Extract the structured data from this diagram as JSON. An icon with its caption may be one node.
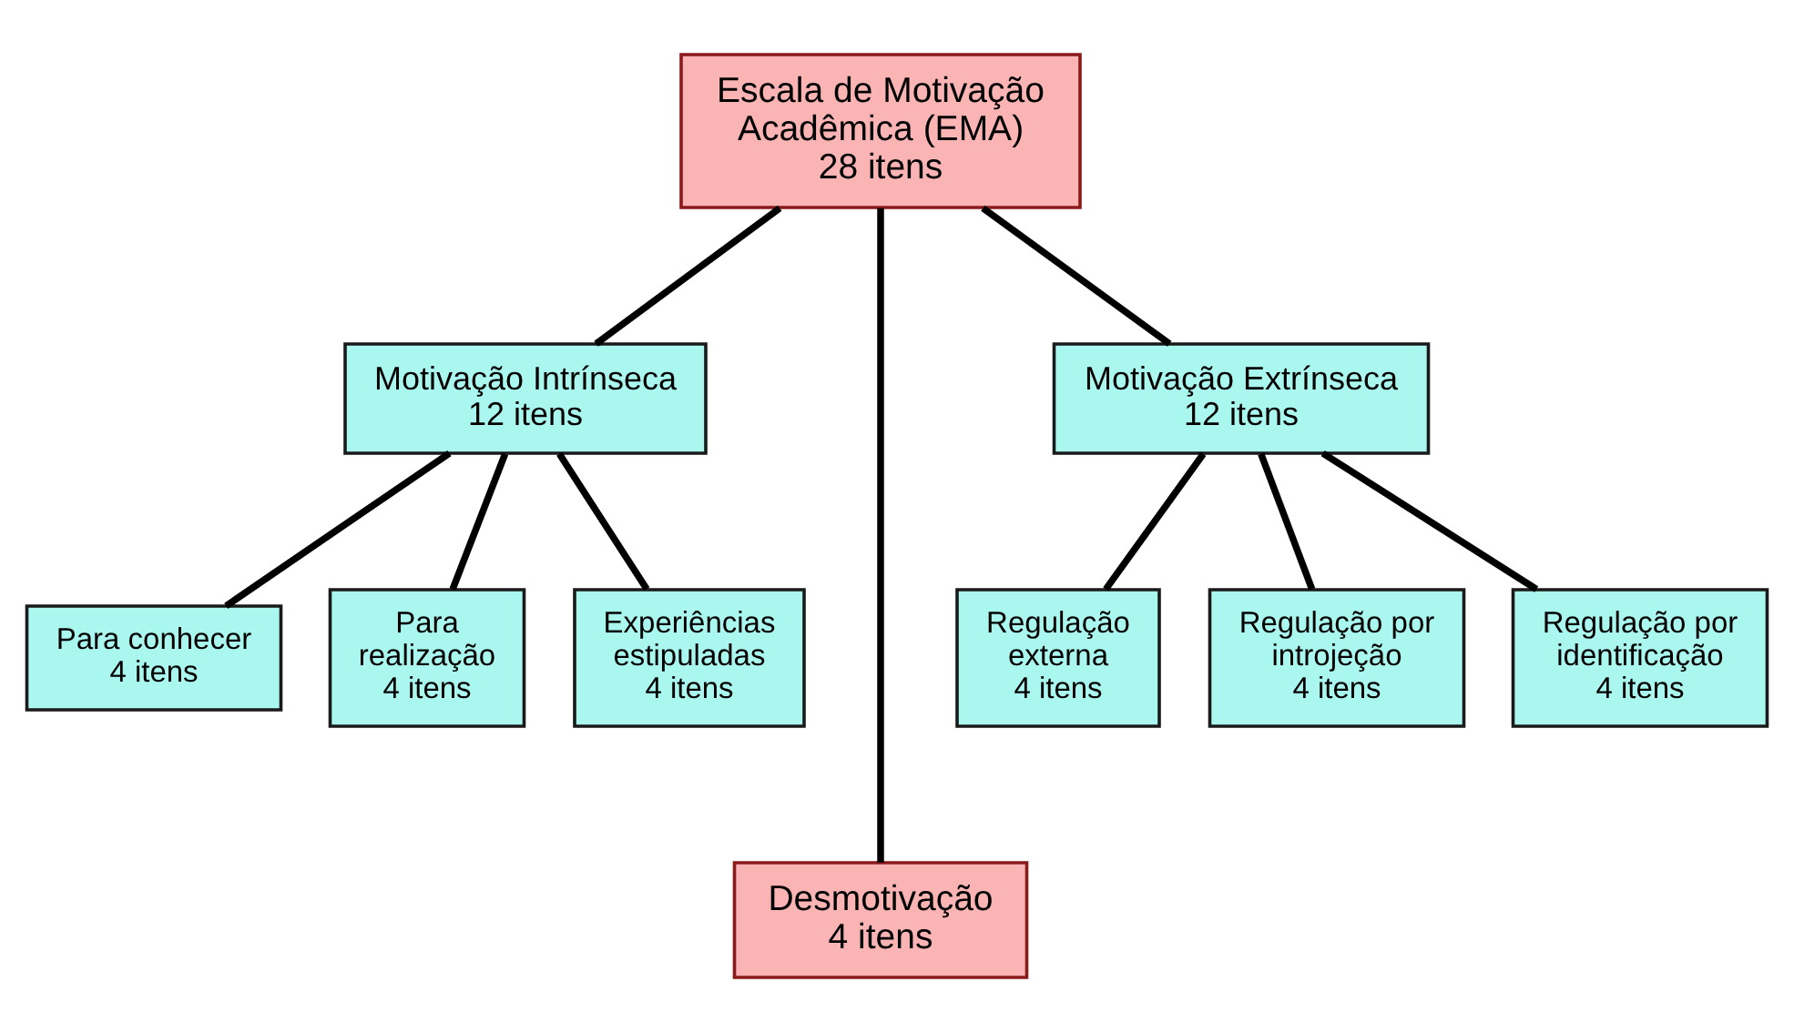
{
  "diagram": {
    "nodes": [
      {
        "text": [
          "Escala de Motivação Acadêmica (EMA)",
          "28 itens"
        ]
      },
      {
        "text": [
          "Motivação Intrínseca",
          "12 itens"
        ]
      },
      {
        "text": [
          "Motivação Extrínseca",
          "12 itens"
        ]
      },
      {
        "text": [
          "Para conhecer",
          "4 itens"
        ]
      },
      {
        "text": [
          "Para realização",
          "4 itens"
        ]
      },
      {
        "text": [
          "Experiências estipuladas",
          "4 itens"
        ]
      },
      {
        "text": [
          "Regulação externa",
          "4 itens"
        ]
      },
      {
        "text": [
          "Regulação por introjeção",
          "4 itens"
        ]
      },
      {
        "text": [
          "Regulação por identificação",
          "4 itens"
        ]
      },
      {
        "text": [
          "Desmotivação",
          "4 itens"
        ]
      }
    ],
    "edges": [
      {
        "from": 0,
        "to": 1,
        "arrow": "none"
      },
      {
        "from": 0,
        "to": 9,
        "arrow": "none"
      },
      {
        "from": 0,
        "to": 2,
        "arrow": "none"
      },
      {
        "from": 1,
        "to": 3,
        "arrow": "none"
      },
      {
        "from": 1,
        "to": 4,
        "arrow": "none"
      },
      {
        "from": 1,
        "to": 5,
        "arrow": "none"
      },
      {
        "from": 2,
        "to": 6,
        "arrow": "none"
      },
      {
        "from": 2,
        "to": 7,
        "arrow": "none"
      },
      {
        "from": 2,
        "to": 8,
        "arrow": "none"
      }
    ]
  }
}
